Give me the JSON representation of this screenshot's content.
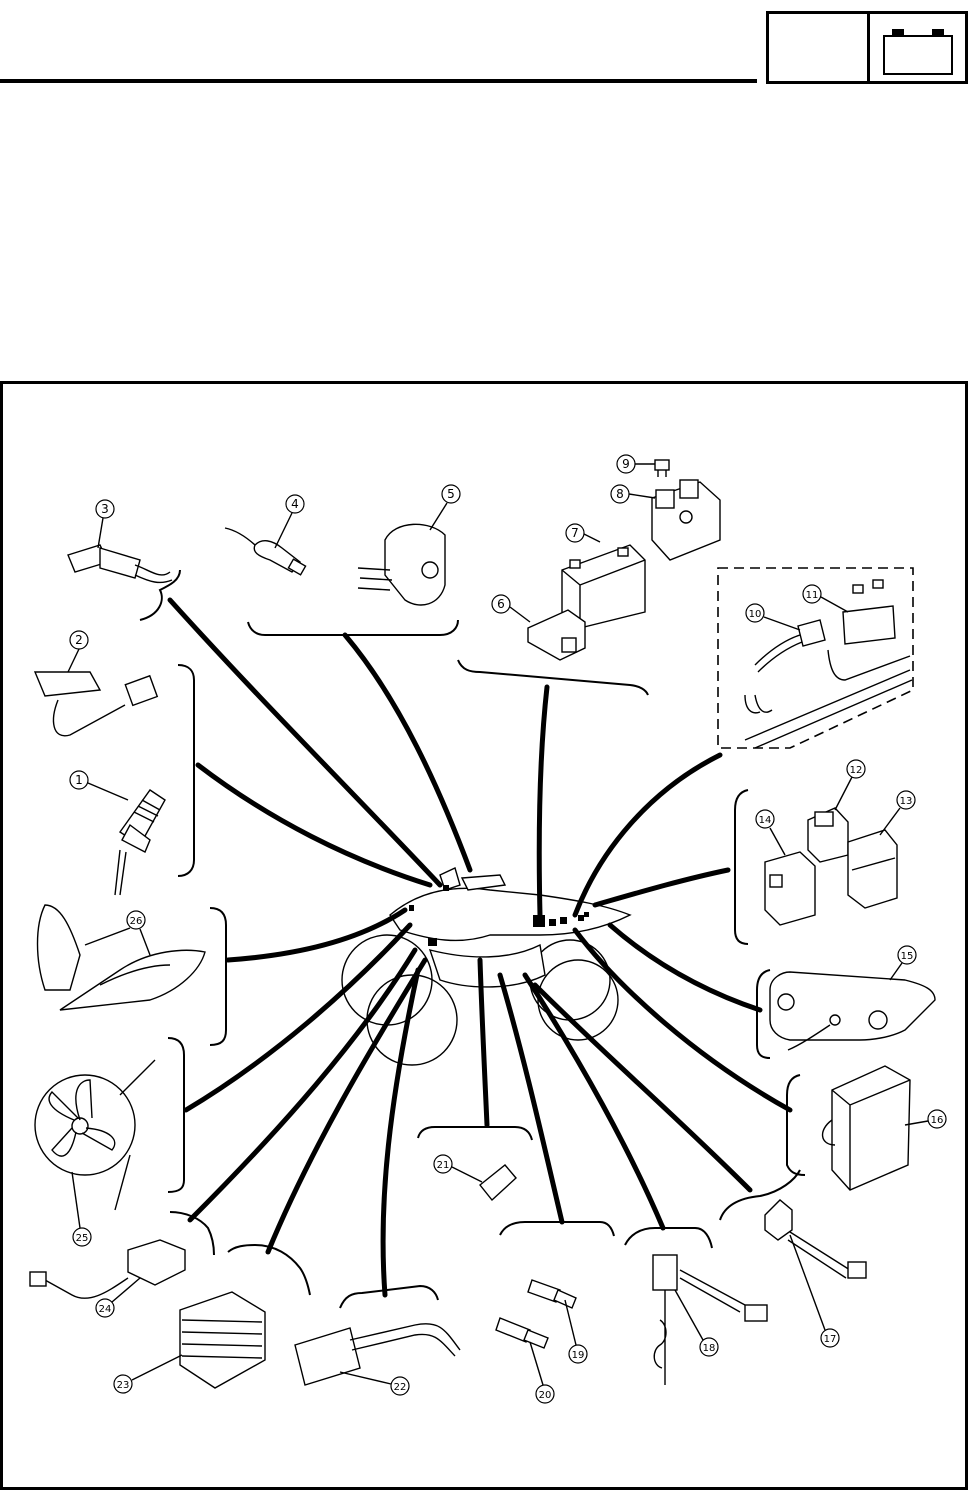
{
  "header": {
    "section_box": "",
    "battery_icon": "battery-icon"
  },
  "callouts": {
    "c1": "1",
    "c2": "2",
    "c3": "3",
    "c4": "4",
    "c5": "5",
    "c6": "6",
    "c7": "7",
    "c8": "8",
    "c9": "9",
    "c10": "10",
    "c11": "11",
    "c12": "12",
    "c13": "13",
    "c14": "14",
    "c15": "15",
    "c16": "16",
    "c17": "17",
    "c18": "18",
    "c19": "19",
    "c20": "20",
    "c21": "21",
    "c22": "22",
    "c23": "23",
    "c24": "24",
    "c25": "25",
    "c26": "26"
  }
}
